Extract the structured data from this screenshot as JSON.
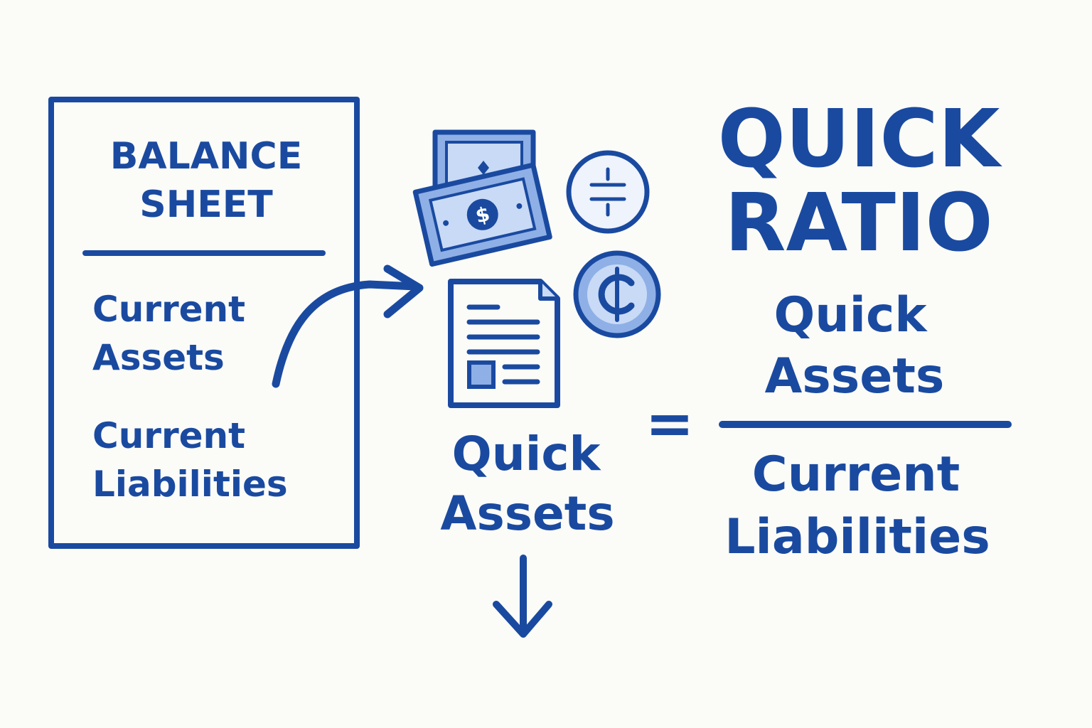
{
  "colors": {
    "ink": "#1a4aa0",
    "light_fill": "#8fb0e6",
    "pale_fill": "#c9daf6",
    "background": "#fbfbf8"
  },
  "balance_sheet": {
    "title_line1": "BALANCE",
    "title_line2": "SHEET",
    "item1_line1": "Current",
    "item1_line2": "Assets",
    "item2_line1": "Current",
    "item2_line2": "Liabilities"
  },
  "icons": [
    "cash-stack-icon",
    "dollar-bill-icon",
    "coin-icon",
    "cent-coin-icon",
    "document-icon"
  ],
  "middle": {
    "label_line1": "Quick",
    "label_line2": "Assets"
  },
  "formula": {
    "title_line1": "QUICK",
    "title_line2": "RATIO",
    "equals": "=",
    "numerator_line1": "Quick",
    "numerator_line2": "Assets",
    "denominator_line1": "Current",
    "denominator_line2": "Liabilities"
  }
}
